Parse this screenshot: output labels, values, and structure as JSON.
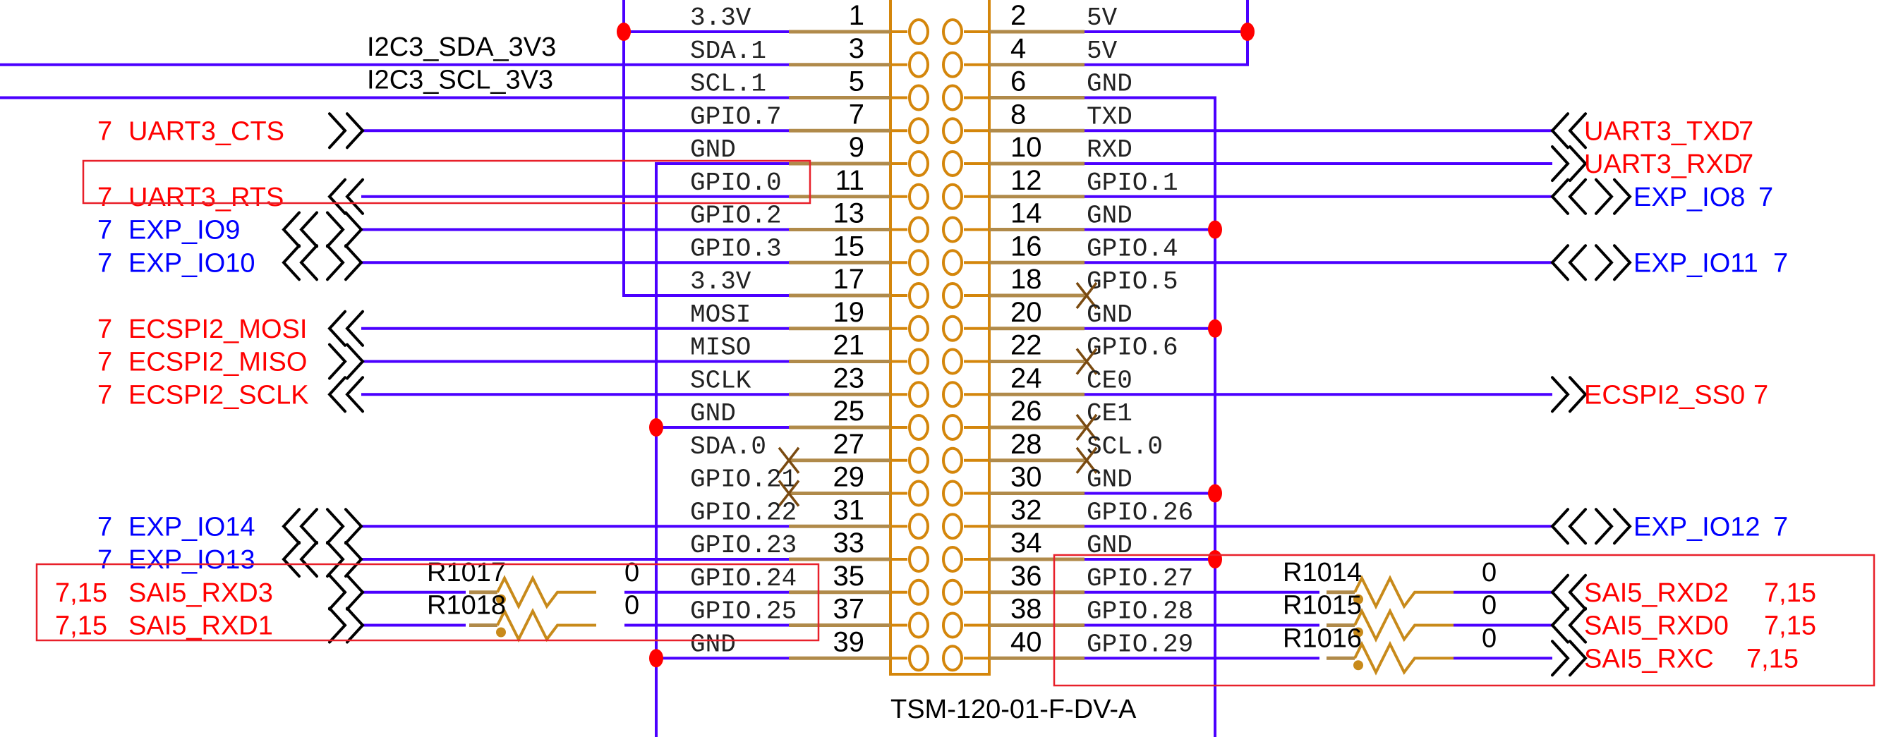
{
  "part": {
    "label": "TSM-120-01-F-DV-A"
  },
  "colors": {
    "wire": "#4b00ff",
    "pin": "#b08a4a",
    "body": "#d4860b",
    "junction": "#ff0000",
    "highlight": "#e8202a",
    "net_red": "#ff0000",
    "net_blue": "#0000ff"
  },
  "pins": [
    {
      "num": "1",
      "name": "3.3V"
    },
    {
      "num": "2",
      "name": "5V"
    },
    {
      "num": "3",
      "name": "SDA.1"
    },
    {
      "num": "4",
      "name": "5V"
    },
    {
      "num": "5",
      "name": "SCL.1"
    },
    {
      "num": "6",
      "name": "GND"
    },
    {
      "num": "7",
      "name": "GPIO.7"
    },
    {
      "num": "8",
      "name": "TXD"
    },
    {
      "num": "9",
      "name": "GND"
    },
    {
      "num": "10",
      "name": "RXD"
    },
    {
      "num": "11",
      "name": "GPIO.0"
    },
    {
      "num": "12",
      "name": "GPIO.1"
    },
    {
      "num": "13",
      "name": "GPIO.2"
    },
    {
      "num": "14",
      "name": "GND"
    },
    {
      "num": "15",
      "name": "GPIO.3"
    },
    {
      "num": "16",
      "name": "GPIO.4"
    },
    {
      "num": "17",
      "name": "3.3V"
    },
    {
      "num": "18",
      "name": "GPIO.5"
    },
    {
      "num": "19",
      "name": "MOSI"
    },
    {
      "num": "20",
      "name": "GND"
    },
    {
      "num": "21",
      "name": "MISO"
    },
    {
      "num": "22",
      "name": "GPIO.6"
    },
    {
      "num": "23",
      "name": "SCLK"
    },
    {
      "num": "24",
      "name": "CE0"
    },
    {
      "num": "25",
      "name": "GND"
    },
    {
      "num": "26",
      "name": "CE1"
    },
    {
      "num": "27",
      "name": "SDA.0"
    },
    {
      "num": "28",
      "name": "SCL.0"
    },
    {
      "num": "29",
      "name": "GPIO.21"
    },
    {
      "num": "30",
      "name": "GND"
    },
    {
      "num": "31",
      "name": "GPIO.22"
    },
    {
      "num": "32",
      "name": "GPIO.26"
    },
    {
      "num": "33",
      "name": "GPIO.23"
    },
    {
      "num": "34",
      "name": "GND"
    },
    {
      "num": "35",
      "name": "GPIO.24"
    },
    {
      "num": "36",
      "name": "GPIO.27"
    },
    {
      "num": "37",
      "name": "GPIO.25"
    },
    {
      "num": "38",
      "name": "GPIO.28"
    },
    {
      "num": "39",
      "name": "GND"
    },
    {
      "num": "40",
      "name": "GPIO.29"
    }
  ],
  "no_connect_pins": [
    "18",
    "22",
    "26",
    "28",
    "27",
    "29"
  ],
  "nets_left": [
    {
      "label": "I2C3_SDA_3V3",
      "pin": "3",
      "color": "black"
    },
    {
      "label": "I2C3_SCL_3V3",
      "pin": "5",
      "color": "black"
    },
    {
      "label": "UART3_CTS",
      "ref": "7",
      "pin": "7",
      "color": "red",
      "dir": "out"
    },
    {
      "label": "UART3_RTS",
      "ref": "7",
      "pin": "11",
      "color": "red",
      "dir": "in"
    },
    {
      "label": "EXP_IO9",
      "ref": "7",
      "pin": "13",
      "color": "blue",
      "dir": "bidir"
    },
    {
      "label": "EXP_IO10",
      "ref": "7",
      "pin": "15",
      "color": "blue",
      "dir": "bidir"
    },
    {
      "label": "ECSPI2_MOSI",
      "ref": "7",
      "pin": "19",
      "color": "red",
      "dir": "in"
    },
    {
      "label": "ECSPI2_MISO",
      "ref": "7",
      "pin": "21",
      "color": "red",
      "dir": "out"
    },
    {
      "label": "ECSPI2_SCLK",
      "ref": "7",
      "pin": "23",
      "color": "red",
      "dir": "in"
    },
    {
      "label": "EXP_IO14",
      "ref": "7",
      "pin": "31",
      "color": "blue",
      "dir": "bidir"
    },
    {
      "label": "EXP_IO13",
      "ref": "7",
      "pin": "33",
      "color": "blue",
      "dir": "bidir"
    },
    {
      "label": "SAI5_RXD3",
      "ref": "7,15",
      "pin": "35",
      "color": "red",
      "dir": "out",
      "resistor": "R1017",
      "value": "0"
    },
    {
      "label": "SAI5_RXD1",
      "ref": "7,15",
      "pin": "37",
      "color": "red",
      "dir": "out",
      "resistor": "R1018",
      "value": "0"
    }
  ],
  "nets_right": [
    {
      "label": "UART3_TXD",
      "ref": "7",
      "pin": "8",
      "color": "red",
      "dir": "in"
    },
    {
      "label": "UART3_RXD",
      "ref": "7",
      "pin": "10",
      "color": "red",
      "dir": "out"
    },
    {
      "label": "EXP_IO8",
      "ref": "7",
      "pin": "12",
      "color": "blue",
      "dir": "bidir"
    },
    {
      "label": "EXP_IO11",
      "ref": "7",
      "pin": "16",
      "color": "blue",
      "dir": "bidir"
    },
    {
      "label": "ECSPI2_SS0",
      "ref": "7",
      "pin": "24",
      "color": "red",
      "dir": "out"
    },
    {
      "label": "EXP_IO12",
      "ref": "7",
      "pin": "32",
      "color": "blue",
      "dir": "bidir"
    },
    {
      "label": "SAI5_RXD2",
      "ref": "7,15",
      "pin": "36",
      "color": "red",
      "dir": "in",
      "resistor": "R1014",
      "value": "0"
    },
    {
      "label": "SAI5_RXD0",
      "ref": "7,15",
      "pin": "38",
      "color": "red",
      "dir": "in",
      "resistor": "R1015",
      "value": "0"
    },
    {
      "label": "SAI5_RXC",
      "ref": "7,15",
      "pin": "40",
      "color": "red",
      "dir": "out",
      "resistor": "R1016",
      "value": "0"
    }
  ],
  "highlight_boxes": [
    {
      "name": "uart3-rts-gpio0-box",
      "covers": [
        "UART3_RTS",
        "GPIO.0"
      ]
    },
    {
      "name": "sai5-left-box",
      "covers": [
        "SAI5_RXD3",
        "SAI5_RXD1",
        "GPIO.24",
        "GPIO.25"
      ]
    },
    {
      "name": "sai5-right-box",
      "covers": [
        "GPIO.27",
        "GPIO.28",
        "GPIO.29",
        "SAI5_RXD2",
        "SAI5_RXD0",
        "SAI5_RXC"
      ]
    }
  ]
}
